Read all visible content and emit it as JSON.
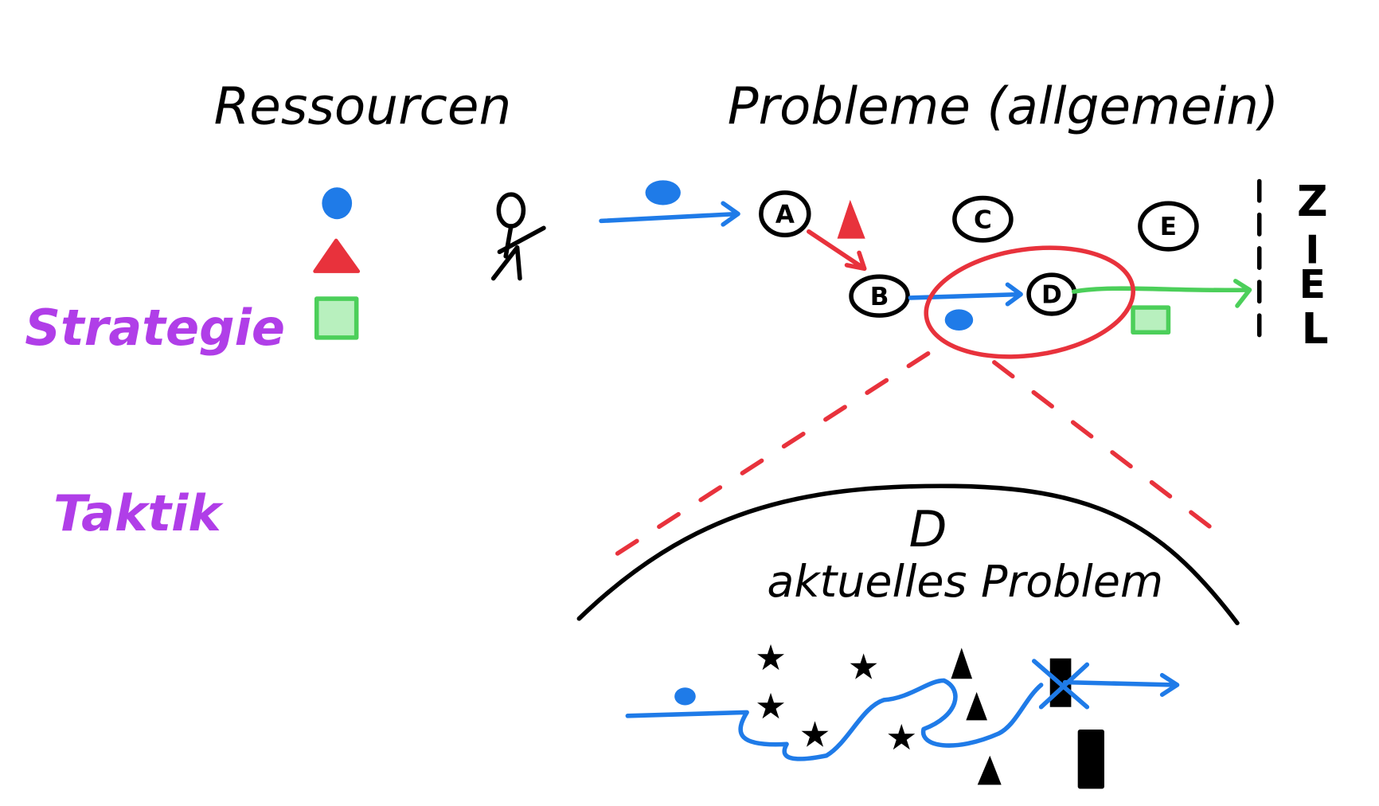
{
  "colors": {
    "black": "#000000",
    "blue": "#1f7be8",
    "red": "#e8323c",
    "green": "#4ccf5a",
    "purple": "#b03ee8"
  },
  "headings": {
    "resources": "Ressourcen",
    "problems": "Probleme (allgemein)"
  },
  "levels": {
    "strategy": "Strategie",
    "tactics": "Taktik"
  },
  "nodes": [
    "A",
    "B",
    "C",
    "D",
    "E"
  ],
  "goal": [
    "Z",
    "I",
    "E",
    "L"
  ],
  "zoom": {
    "node": "D",
    "title": "aktuelles Problem"
  },
  "icons": [
    "blue-circle-resource",
    "red-triangle-resource",
    "green-square-resource",
    "stick-figure",
    "star",
    "black-triangle",
    "black-square"
  ]
}
